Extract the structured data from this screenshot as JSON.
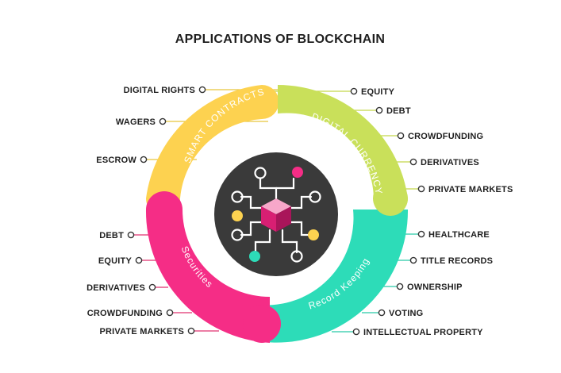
{
  "title": "APPLICATIONS OF BLOCKCHAIN",
  "segments": {
    "smart_contracts": {
      "label": "SMART CONTRACTS",
      "color": "#fdd250"
    },
    "digital_currency": {
      "label": "DIGITAL CURRENCY",
      "color": "#c9e05a"
    },
    "securities": {
      "label": "Securities",
      "color": "#f52d86"
    },
    "record_keeping": {
      "label": "Record Keeping",
      "color": "#2ddcb8"
    }
  },
  "center_color": "#3a3a3a",
  "left_top": {
    "marker_color": "#e7c53c",
    "items": [
      "DIGITAL RIGHTS",
      "WAGERS",
      "ESCROW"
    ]
  },
  "right_top": {
    "marker_color": "#c4d64a",
    "items": [
      "EQUITY",
      "DEBT",
      "CROWDFUNDING",
      "DERIVATIVES",
      "PRIVATE MARKETS"
    ]
  },
  "left_bottom": {
    "marker_color": "#e0306f",
    "items": [
      "DEBT",
      "EQUITY",
      "DERIVATIVES",
      "CROWDFUNDING",
      "PRIVATE MARKETS"
    ]
  },
  "right_bottom": {
    "marker_color": "#28c9a6",
    "items": [
      "HEALTHCARE",
      "TITLE RECORDS",
      "OWNERSHIP",
      "VOTING",
      "INTELLECTUAL PROPERTY"
    ]
  }
}
